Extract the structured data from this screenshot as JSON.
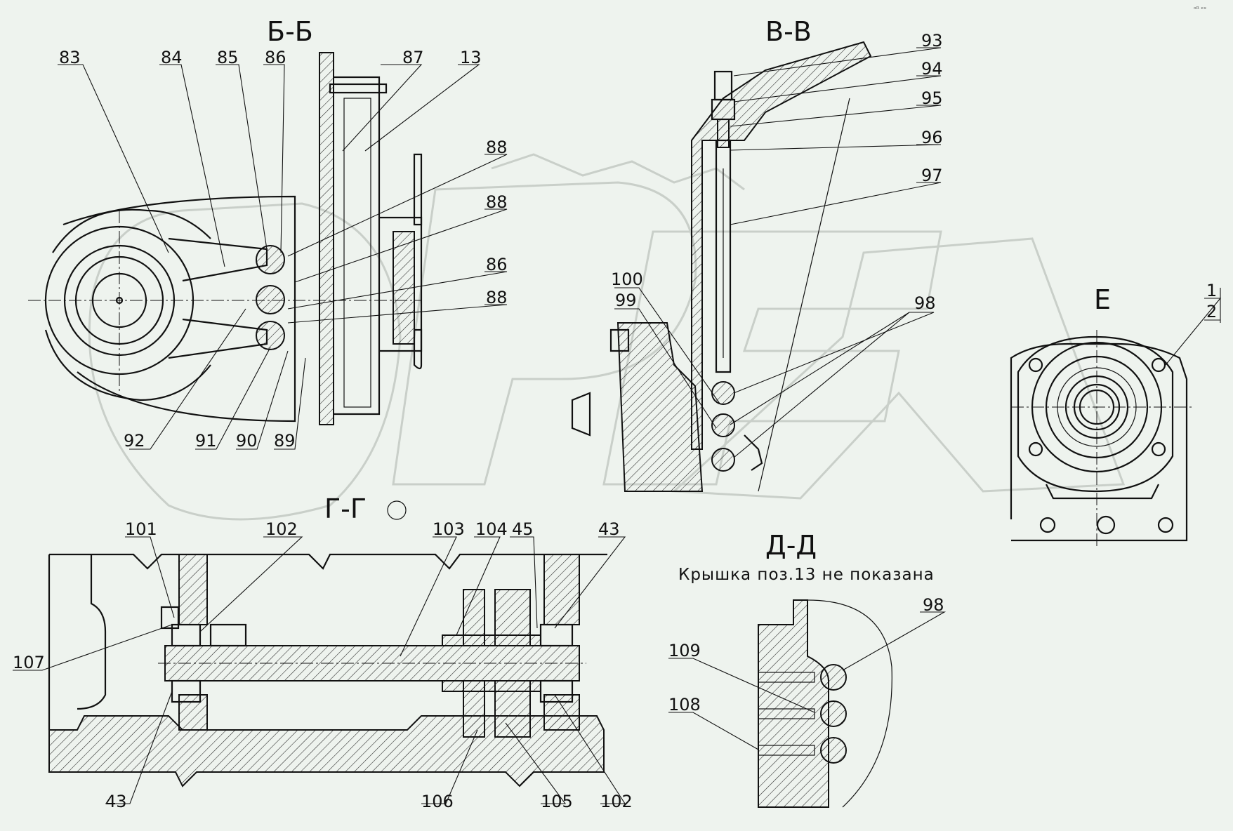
{
  "sections": {
    "bb": "Б-Б",
    "vv": "В-В",
    "gg": "Г-Г",
    "dd": "Д-Д",
    "e": "Е"
  },
  "note_dd": "Крышка поз.13 не показана",
  "callouts": {
    "c83": "83",
    "c84": "84",
    "c85": "85",
    "c86a": "86",
    "c87": "87",
    "c13": "13",
    "c88a": "88",
    "c88b": "88",
    "c86b": "86",
    "c88c": "88",
    "c92": "92",
    "c91": "91",
    "c90": "90",
    "c89": "89",
    "c93": "93",
    "c94": "94",
    "c95": "95",
    "c96": "96",
    "c97": "97",
    "c100": "100",
    "c99": "99",
    "c98a": "98",
    "c1": "1",
    "c2": "2",
    "c101": "101",
    "c102a": "102",
    "c103": "103",
    "c104": "104",
    "c45": "45",
    "c43a": "43",
    "c107": "107",
    "c43b": "43",
    "c106": "106",
    "c105": "105",
    "c102b": "102",
    "c98b": "98",
    "c109": "109",
    "c108": "108"
  },
  "watermark": "ОРЕХ",
  "corner_mark": "ᵒᴿ ᵉˣ"
}
